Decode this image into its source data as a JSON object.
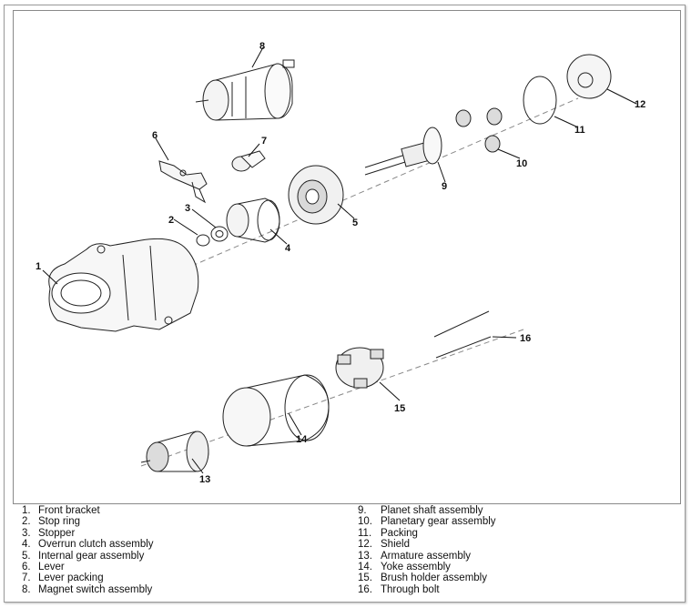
{
  "callouts": [
    "1",
    "2",
    "3",
    "4",
    "5",
    "6",
    "7",
    "8",
    "9",
    "10",
    "11",
    "12",
    "13",
    "14",
    "15",
    "16"
  ],
  "legend": {
    "left": [
      {
        "num": "1.",
        "label": "Front bracket"
      },
      {
        "num": "2.",
        "label": "Stop ring"
      },
      {
        "num": "3.",
        "label": "Stopper"
      },
      {
        "num": "4.",
        "label": "Overrun clutch assembly"
      },
      {
        "num": "5.",
        "label": "Internal gear assembly"
      },
      {
        "num": "6.",
        "label": "Lever"
      },
      {
        "num": "7.",
        "label": "Lever packing"
      },
      {
        "num": "8.",
        "label": "Magnet switch assembly"
      }
    ],
    "right": [
      {
        "num": "9.",
        "label": "Planet shaft assembly"
      },
      {
        "num": "10.",
        "label": "Planetary gear assembly"
      },
      {
        "num": "11.",
        "label": "Packing"
      },
      {
        "num": "12.",
        "label": "Shield"
      },
      {
        "num": "13.",
        "label": "Armature assembly"
      },
      {
        "num": "14.",
        "label": "Yoke assembly"
      },
      {
        "num": "15.",
        "label": "Brush holder assembly"
      },
      {
        "num": "16.",
        "label": "Through bolt"
      }
    ]
  }
}
